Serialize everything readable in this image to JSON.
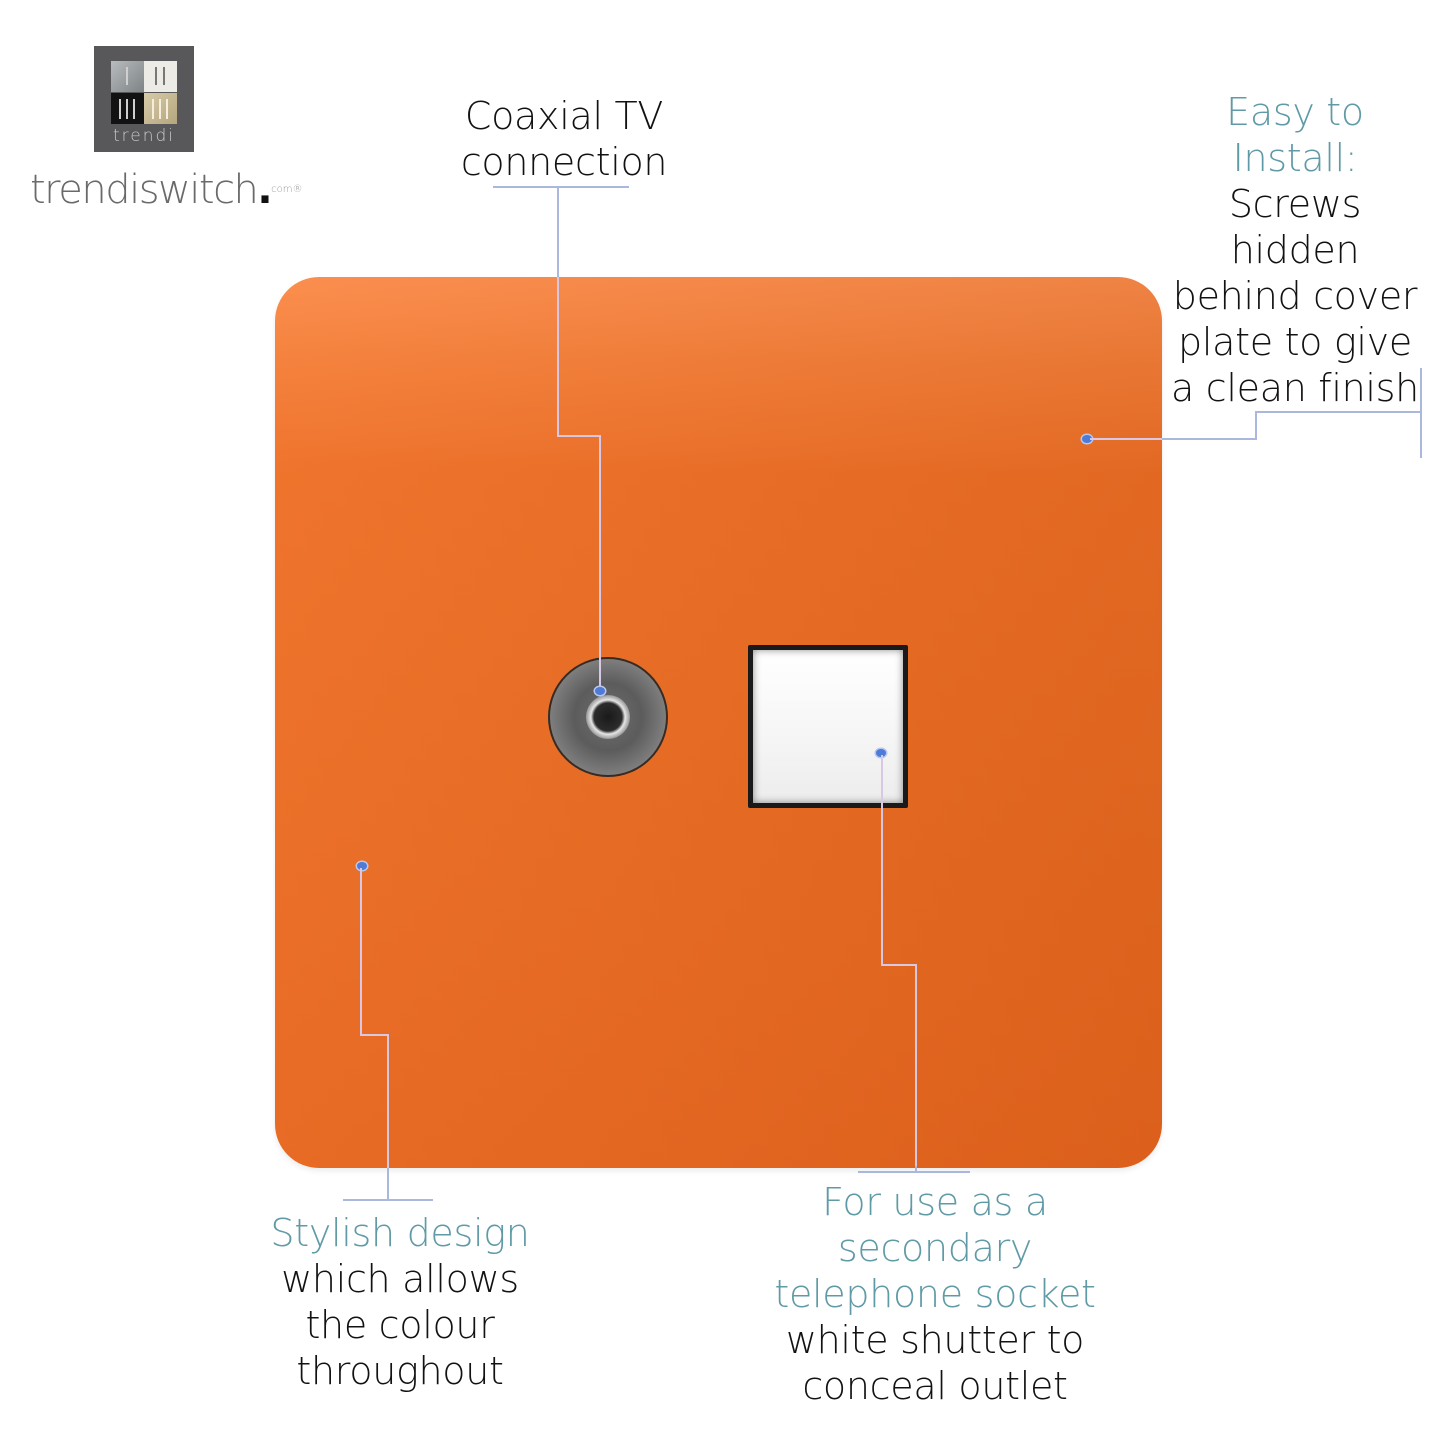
{
  "logo": {
    "badge_text": "trendi",
    "wordmark": "trendiswitch",
    "wordmark_dot": ".",
    "wordmark_suffix": "com®"
  },
  "product": {
    "plate_color": "#ea6a20",
    "features": [
      "coaxial-tv-socket",
      "telephone-socket-with-white-shutter"
    ]
  },
  "callouts": {
    "coax": {
      "lines": [
        "Coaxial TV",
        "connection"
      ]
    },
    "install": {
      "heading_lines": [
        "Easy to",
        "Install:"
      ],
      "body_lines": [
        "Screws",
        "hidden",
        "behind cover",
        "plate to give",
        "a clean finish"
      ]
    },
    "stylish": {
      "heading_lines": [
        "Stylish design"
      ],
      "body_lines": [
        "which allows",
        "the colour",
        "throughout"
      ]
    },
    "telephone": {
      "heading_lines": [
        "For use as a",
        "secondary",
        "telephone socket"
      ],
      "body_lines": [
        "white shutter to",
        "conceal outlet"
      ]
    }
  },
  "colors": {
    "accent_teal": "#5f9aa6",
    "leader_line": "#a9b8dc",
    "marker_dot": "#4e7ad8",
    "text": "#121212"
  }
}
